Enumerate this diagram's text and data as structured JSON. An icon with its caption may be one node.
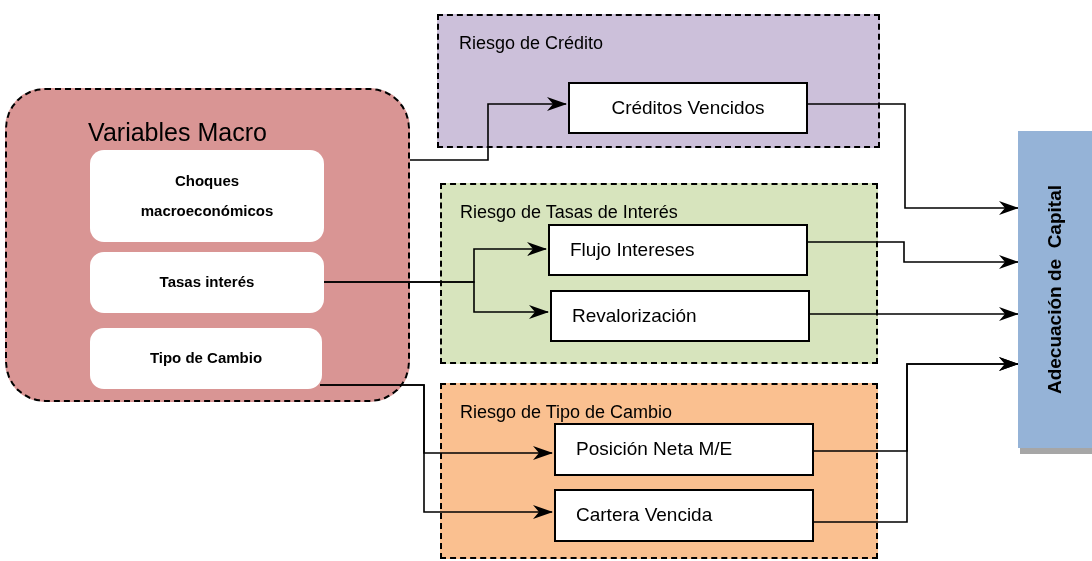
{
  "diagram": {
    "nodes": [
      {
        "text": [
          "Variables Macro"
        ]
      },
      {
        "text": [
          "Choques macroeconómicos"
        ],
        "in": 0
      },
      {
        "text": [
          "Tasas interés"
        ],
        "in": 0
      },
      {
        "text": [
          "Tipo de Cambio"
        ],
        "in": 0
      },
      {
        "text": [
          "Riesgo de Crédito"
        ]
      },
      {
        "text": [
          "Créditos Vencidos"
        ],
        "in": 4
      },
      {
        "text": [
          "Riesgo de Tasas de Interés"
        ]
      },
      {
        "text": [
          "Flujo Intereses"
        ],
        "in": 6
      },
      {
        "text": [
          "Revalorización"
        ],
        "in": 6
      },
      {
        "text": [
          "Riesgo de Tipo de Cambio"
        ]
      },
      {
        "text": [
          "Posición Neta M/E"
        ],
        "in": 9
      },
      {
        "text": [
          "Cartera Vencida"
        ],
        "in": 9
      },
      {
        "text": [
          "Adecuación de  Capital"
        ]
      }
    ],
    "edges": [
      {
        "from": 0,
        "to": 5,
        "arrow": "to"
      },
      {
        "from": 2,
        "to": 7,
        "arrow": "to"
      },
      {
        "from": 2,
        "to": 8,
        "arrow": "to"
      },
      {
        "from": 3,
        "to": 10,
        "arrow": "to"
      },
      {
        "from": 3,
        "to": 11,
        "arrow": "to"
      },
      {
        "from": 5,
        "to": 12,
        "arrow": "to"
      },
      {
        "from": 7,
        "to": 12,
        "arrow": "to"
      },
      {
        "from": 8,
        "to": 12,
        "arrow": "to"
      },
      {
        "from": 10,
        "to": 12,
        "arrow": "to"
      },
      {
        "from": 11,
        "to": 12,
        "arrow": "to"
      }
    ]
  }
}
